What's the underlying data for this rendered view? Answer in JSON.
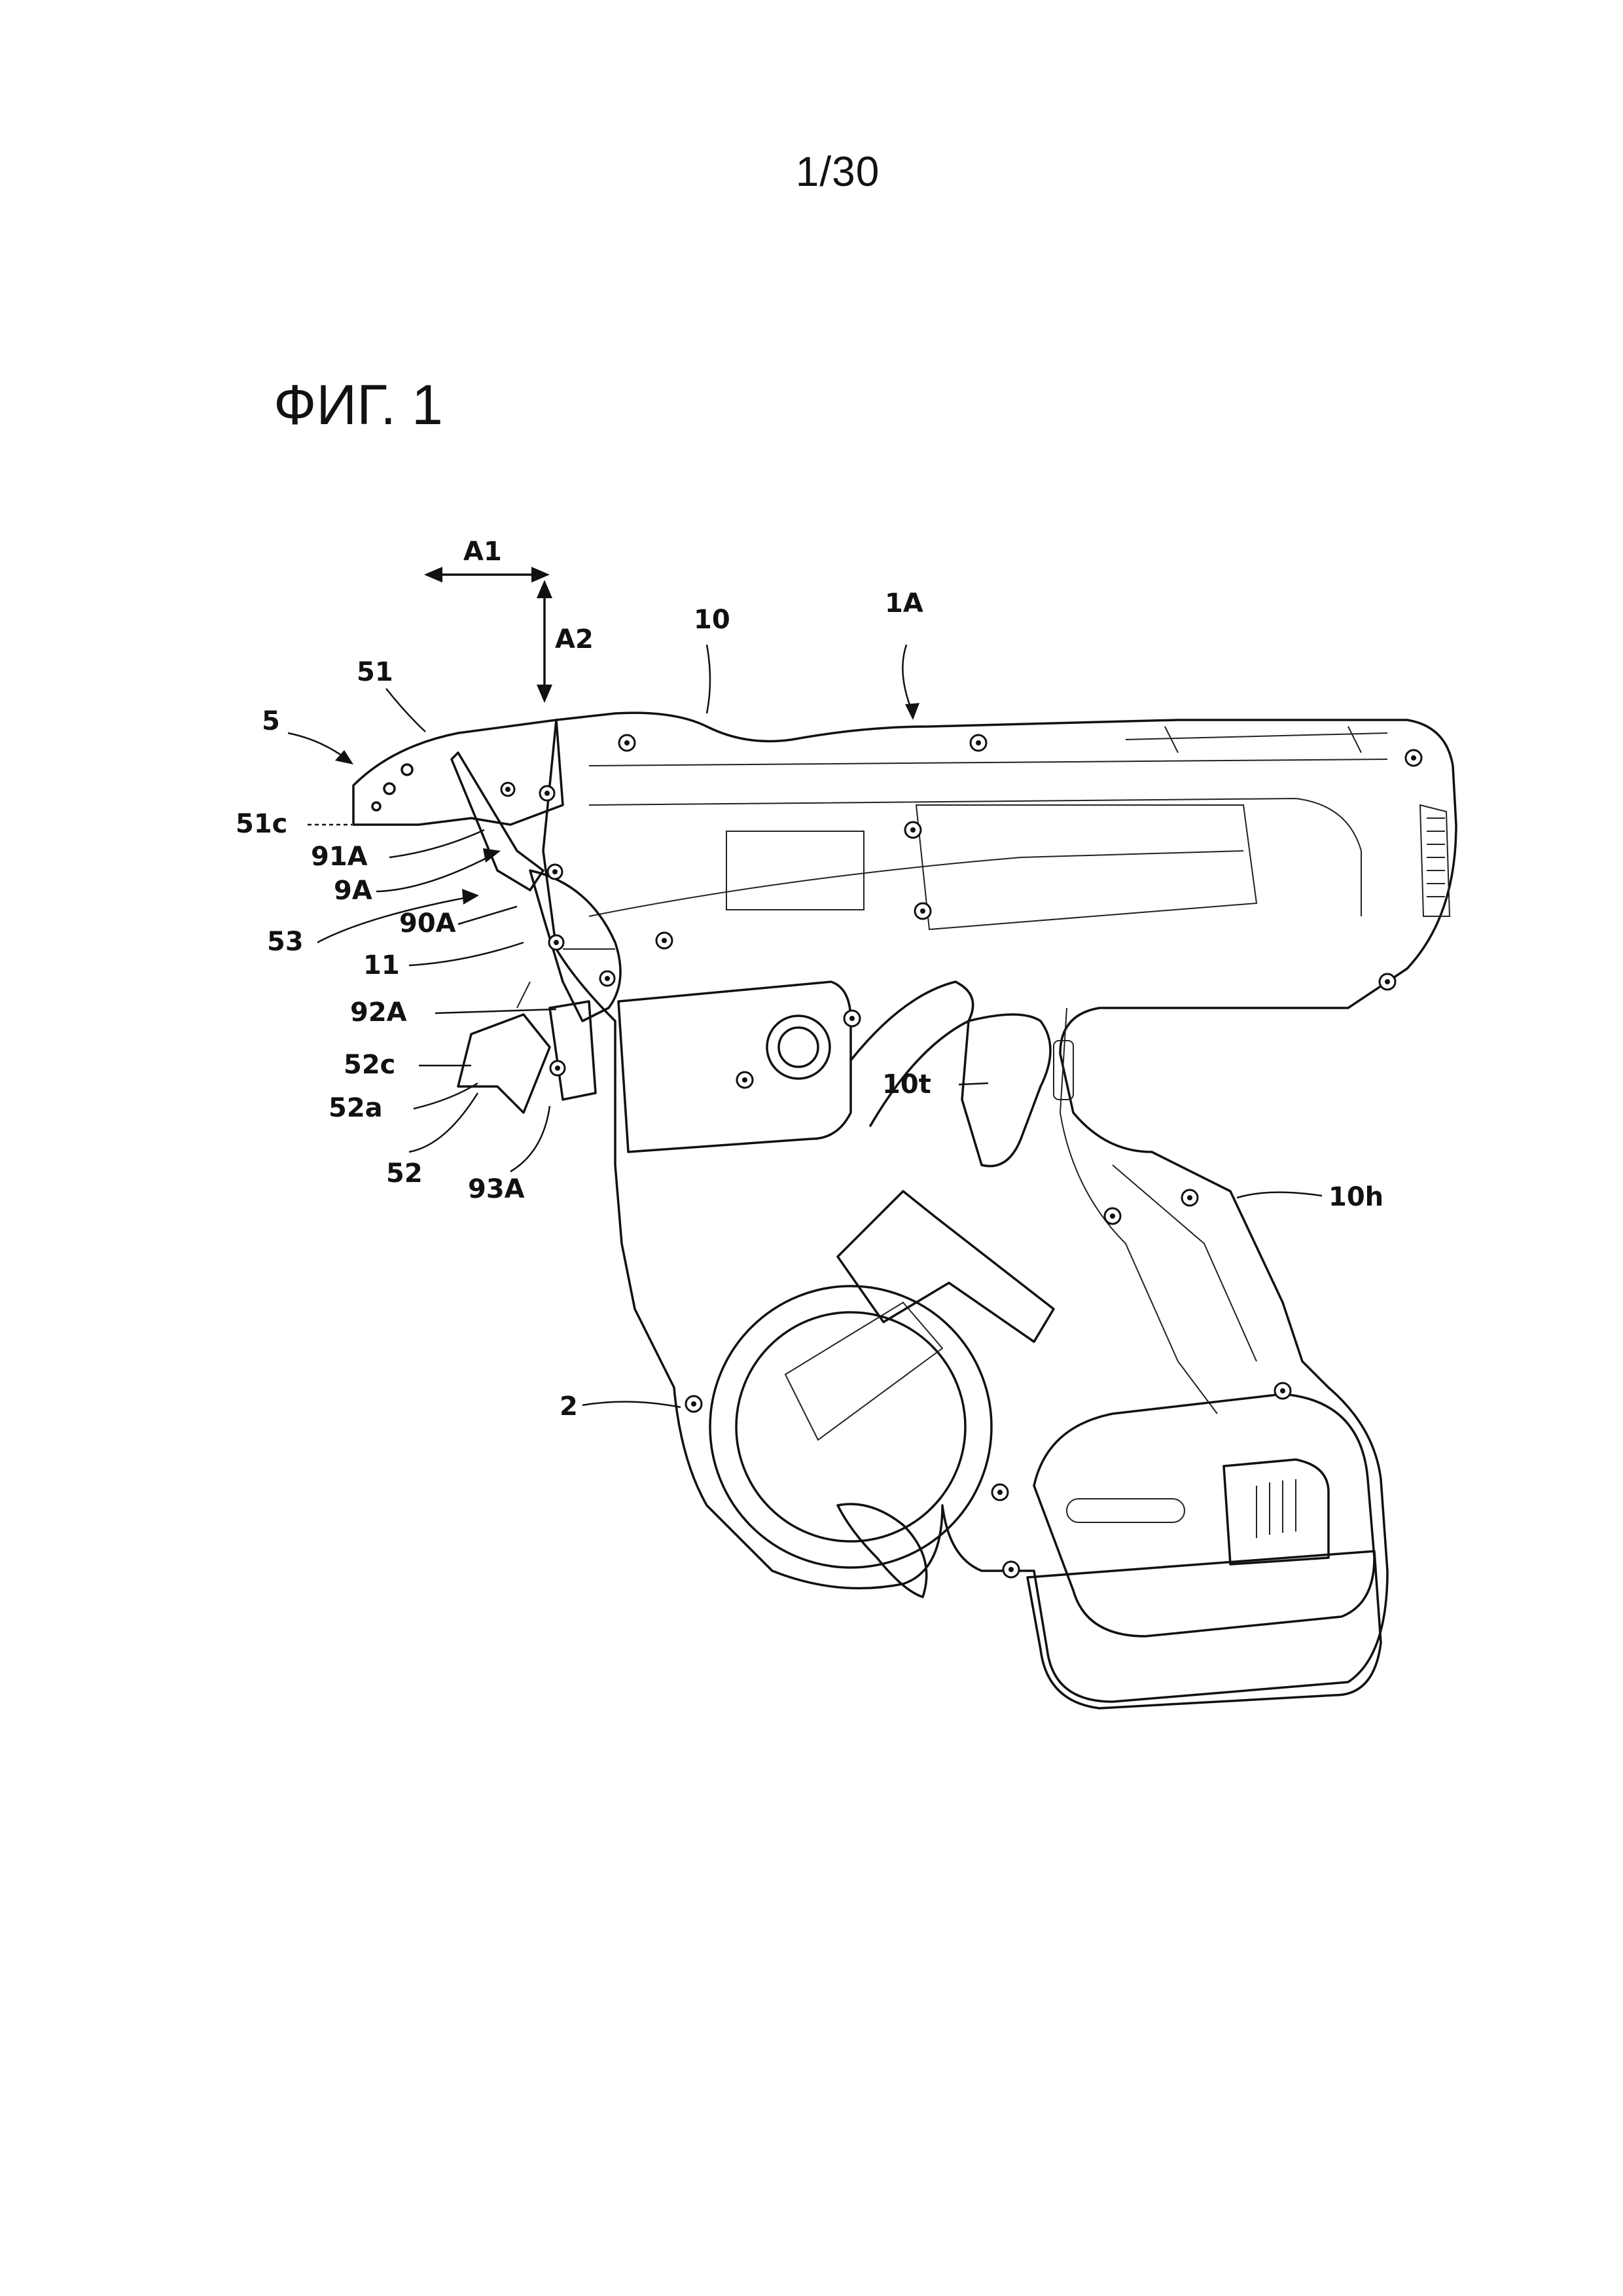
{
  "page_number": "1/30",
  "figure_title": "ФИГ. 1",
  "labels": {
    "a1": "A1",
    "a2": "A2",
    "l10": "10",
    "l1a": "1A",
    "l51": "51",
    "l5": "5",
    "l51c": "51c",
    "l91a": "91A",
    "l9a": "9A",
    "l53": "53",
    "l90a": "90A",
    "l11": "11",
    "l92a": "92A",
    "l52c": "52c",
    "l52a": "52a",
    "l52": "52",
    "l93a": "93A",
    "l10t": "10t",
    "l10h": "10h",
    "l2": "2"
  }
}
